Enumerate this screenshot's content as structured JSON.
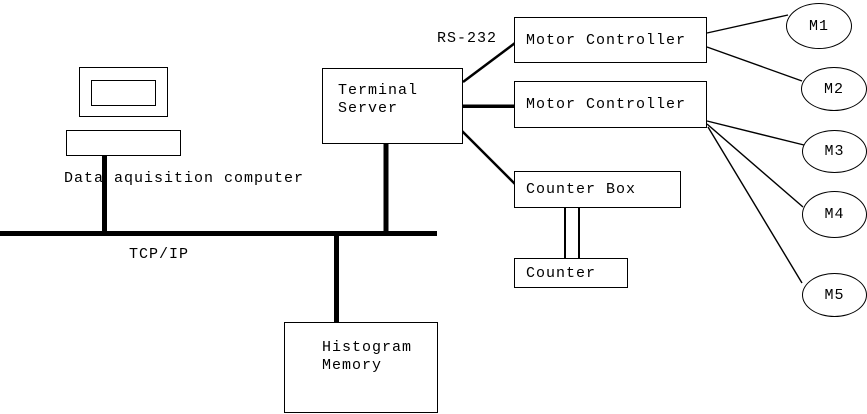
{
  "diagram": {
    "colors": {
      "ink": "#000000",
      "paper": "#ffffff"
    },
    "computer": {
      "label": "Data aquisition computer"
    },
    "bus": {
      "label": "TCP/IP"
    },
    "serial": {
      "label": "RS-232"
    },
    "terminal_server": {
      "line1": "Terminal",
      "line2": "Server"
    },
    "motor_controller_1": {
      "label": "Motor Controller"
    },
    "motor_controller_2": {
      "label": "Motor Controller"
    },
    "counter_box": {
      "label": "Counter Box"
    },
    "counter": {
      "label": "Counter"
    },
    "histogram_memory": {
      "line1": "Histogram",
      "line2": "Memory"
    },
    "motors": [
      "M1",
      "M2",
      "M3",
      "M4",
      "M5"
    ]
  }
}
